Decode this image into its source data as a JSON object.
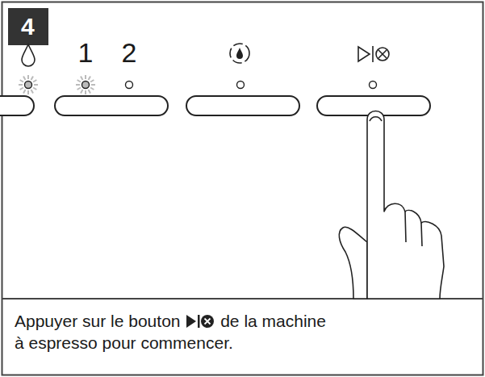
{
  "diagram": {
    "caption": "Appuyer sur le bouton de la machine à espresso pour commencer.",
    "labels": [
      "4",
      "1",
      "2"
    ]
  }
}
